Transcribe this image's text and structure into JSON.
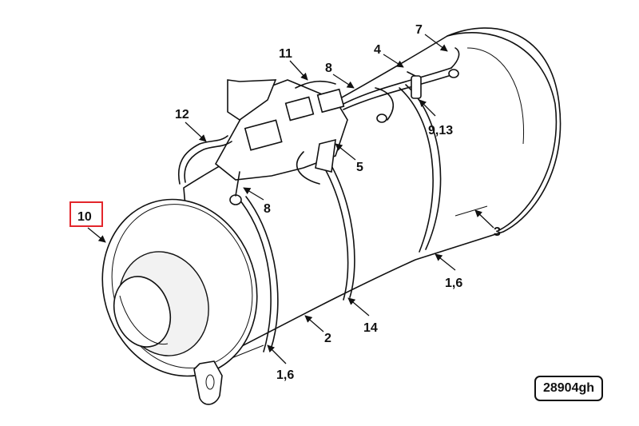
{
  "callouts": [
    {
      "id": "c10",
      "text": "10",
      "highlighted": true
    },
    {
      "id": "c12",
      "text": "12"
    },
    {
      "id": "c11",
      "text": "11"
    },
    {
      "id": "c8_top",
      "text": "8"
    },
    {
      "id": "c4",
      "text": "4"
    },
    {
      "id": "c7",
      "text": "7"
    },
    {
      "id": "c913",
      "text": "9,13"
    },
    {
      "id": "c5",
      "text": "5"
    },
    {
      "id": "c8_mid",
      "text": "8"
    },
    {
      "id": "c3",
      "text": "3"
    },
    {
      "id": "c16_right",
      "text": "1,6"
    },
    {
      "id": "c14",
      "text": "14"
    },
    {
      "id": "c2",
      "text": "2"
    },
    {
      "id": "c16_bottom",
      "text": "1,6"
    }
  ],
  "figure_id": "28904gh",
  "colors": {
    "line": "#111111",
    "highlight": "#e3262b",
    "background": "#ffffff"
  }
}
